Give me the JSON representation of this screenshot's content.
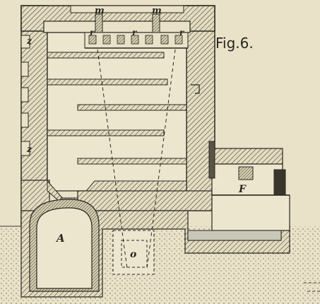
{
  "figure": {
    "title": "Fig.6.",
    "labels": {
      "m_left": "m",
      "m_right": "m",
      "r_1": "r",
      "r_2": "r",
      "r_3": "r",
      "z_top": "z",
      "z_bottom": "z",
      "A": "A",
      "F": "F",
      "o": "o"
    },
    "colors": {
      "paper": "#e9e2c8",
      "ink": "#2a2620",
      "hatch": "#4a4438",
      "water": "#c9c7b8"
    }
  }
}
